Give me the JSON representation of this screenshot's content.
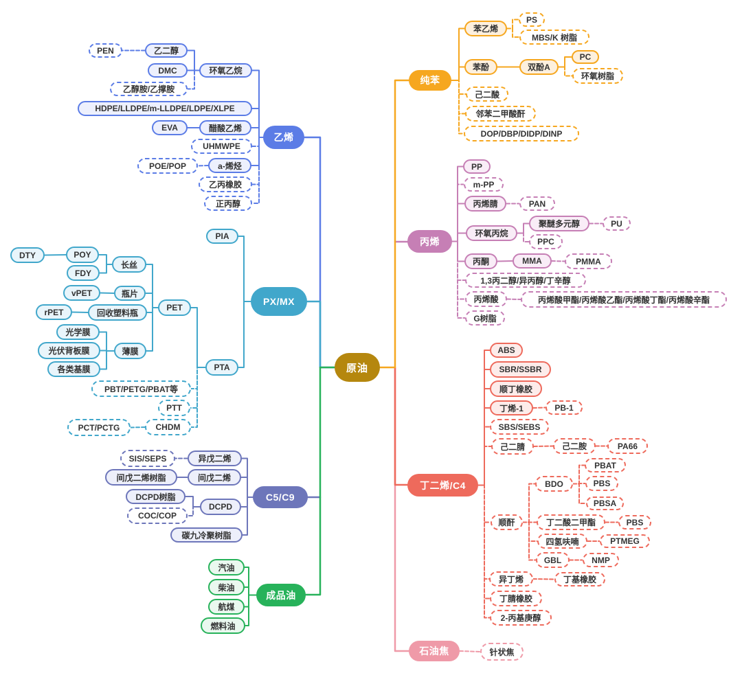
{
  "root": {
    "id": "crude-oil",
    "label": "原油",
    "color": "#b5870e"
  },
  "branches": [
    {
      "id": "ethylene",
      "label": "乙烯",
      "accent": "#5b7ce6",
      "child_fill": "#edf0fd",
      "children": [
        {
          "id": "eo",
          "label": "环氧乙烷",
          "children": [
            {
              "id": "meg",
              "label": "乙二醇",
              "children": [
                {
                  "id": "pen",
                  "label": "PEN",
                  "dashed": true
                }
              ]
            },
            {
              "id": "dmc",
              "label": "DMC"
            },
            {
              "id": "ethanolamine",
              "label": "乙醇胺/乙撑胺",
              "dashed": true
            }
          ]
        },
        {
          "id": "pe",
          "label": "HDPE/LLDPE/m-LLDPE/LDPE/XLPE"
        },
        {
          "id": "va",
          "label": "醋酸乙烯",
          "children": [
            {
              "id": "eva",
              "label": "EVA"
            }
          ]
        },
        {
          "id": "uhmwpe",
          "label": "UHMWPE",
          "dashed": true
        },
        {
          "id": "aolefin",
          "label": "a-烯烃",
          "children": [
            {
              "id": "poe",
              "label": "POE/POP",
              "dashed": true
            }
          ]
        },
        {
          "id": "epr",
          "label": "乙丙橡胶",
          "dashed": true
        },
        {
          "id": "npropanol",
          "label": "正丙醇",
          "dashed": true
        }
      ]
    },
    {
      "id": "pxmx",
      "label": "PX/MX",
      "accent": "#41a7cb",
      "child_fill": "#e9f5fb",
      "children": [
        {
          "id": "pia",
          "label": "PIA"
        },
        {
          "id": "pta",
          "label": "PTA",
          "children": [
            {
              "id": "pet",
              "label": "PET",
              "children": [
                {
                  "id": "filament",
                  "label": "长丝",
                  "children": [
                    {
                      "id": "poy",
                      "label": "POY",
                      "children": [
                        {
                          "id": "dty",
                          "label": "DTY"
                        }
                      ]
                    },
                    {
                      "id": "fdy",
                      "label": "FDY"
                    }
                  ]
                },
                {
                  "id": "bottle",
                  "label": "瓶片",
                  "children": [
                    {
                      "id": "vpet",
                      "label": "vPET"
                    }
                  ]
                },
                {
                  "id": "recycle",
                  "label": "回收塑料瓶",
                  "children": [
                    {
                      "id": "rpet",
                      "label": "rPET"
                    }
                  ]
                },
                {
                  "id": "film",
                  "label": "薄膜",
                  "children": [
                    {
                      "id": "optical",
                      "label": "光学膜"
                    },
                    {
                      "id": "pvback",
                      "label": "光伏背板膜"
                    },
                    {
                      "id": "basefilm",
                      "label": "各类基膜"
                    }
                  ]
                }
              ]
            },
            {
              "id": "pbt",
              "label": "PBT/PETG/PBAT等",
              "dashed": true
            },
            {
              "id": "ptt",
              "label": "PTT",
              "dashed": true
            },
            {
              "id": "chdm",
              "label": "CHDM",
              "dashed": true,
              "children": [
                {
                  "id": "pct",
                  "label": "PCT/PCTG",
                  "dashed": true
                }
              ]
            }
          ]
        }
      ]
    },
    {
      "id": "c5c9",
      "label": "C5/C9",
      "accent": "#6d76ba",
      "child_fill": "#edeffa",
      "children": [
        {
          "id": "isoprene",
          "label": "异戊二烯",
          "children": [
            {
              "id": "sis",
              "label": "SIS/SEPS",
              "dashed": true
            }
          ]
        },
        {
          "id": "piperylene",
          "label": "间戊二烯",
          "children": [
            {
              "id": "pipresin",
              "label": "间戊二烯树脂"
            }
          ]
        },
        {
          "id": "dcpd",
          "label": "DCPD",
          "children": [
            {
              "id": "dcpdresin",
              "label": "DCPD树脂"
            },
            {
              "id": "coc",
              "label": "COC/COP",
              "dashed": true
            }
          ]
        },
        {
          "id": "c9resin",
          "label": "碳九冷聚树脂"
        }
      ]
    },
    {
      "id": "refined",
      "label": "成品油",
      "accent": "#27b25a",
      "child_fill": "#eaf8ef",
      "children": [
        {
          "id": "gasoline",
          "label": "汽油"
        },
        {
          "id": "diesel",
          "label": "柴油"
        },
        {
          "id": "jet",
          "label": "航煤"
        },
        {
          "id": "fueloil",
          "label": "燃料油"
        }
      ]
    },
    {
      "id": "benzene",
      "label": "纯苯",
      "accent": "#f6a71f",
      "child_fill": "#fdf0de",
      "children": [
        {
          "id": "styrene",
          "label": "苯乙烯",
          "children": [
            {
              "id": "ps",
              "label": "PS",
              "dashed": true
            },
            {
              "id": "mbs",
              "label": "MBS/K 树脂",
              "dashed": true
            }
          ]
        },
        {
          "id": "phenol",
          "label": "苯酚",
          "children": [
            {
              "id": "bpa",
              "label": "双酚A",
              "children": [
                {
                  "id": "pc",
                  "label": "PC"
                },
                {
                  "id": "epoxyresin",
                  "label": "环氧树脂",
                  "dashed": true
                }
              ]
            }
          ]
        },
        {
          "id": "adipic",
          "label": "己二酸",
          "dashed": true
        },
        {
          "id": "phthalic",
          "label": "邻苯二甲酸酐",
          "dashed": true
        },
        {
          "id": "dop",
          "label": "DOP/DBP/DIDP/DINP",
          "dashed": true
        }
      ]
    },
    {
      "id": "propylene",
      "label": "丙烯",
      "accent": "#c67fb5",
      "child_fill": "#f9edf7",
      "children": [
        {
          "id": "pp",
          "label": "PP"
        },
        {
          "id": "mpp",
          "label": "m-PP",
          "dashed": true
        },
        {
          "id": "an",
          "label": "丙烯腈",
          "children": [
            {
              "id": "pan",
              "label": "PAN",
              "dashed": true
            }
          ]
        },
        {
          "id": "po",
          "label": "环氧丙烷",
          "children": [
            {
              "id": "polyether",
              "label": "聚醚多元醇",
              "children": [
                {
                  "id": "pu",
                  "label": "PU",
                  "dashed": true
                }
              ]
            },
            {
              "id": "ppc",
              "label": "PPC",
              "dashed": true
            }
          ]
        },
        {
          "id": "acetone",
          "label": "丙酮",
          "children": [
            {
              "id": "mma",
              "label": "MMA",
              "children": [
                {
                  "id": "pmma",
                  "label": "PMMA",
                  "dashed": true
                }
              ]
            }
          ]
        },
        {
          "id": "pdo",
          "label": "1,3丙二醇/异丙醇/丁辛醇",
          "dashed": true
        },
        {
          "id": "aa",
          "label": "丙烯酸",
          "dashed": true,
          "children": [
            {
              "id": "esters",
              "label": "丙烯酸甲酯/丙烯酸乙酯/丙烯酸丁酯/丙烯酸辛酯",
              "dashed": true
            }
          ]
        },
        {
          "id": "gresin",
          "label": "G树脂",
          "dashed": true
        }
      ]
    },
    {
      "id": "butadiene",
      "label": "丁二烯/C4",
      "accent": "#ee6a5c",
      "child_fill": "#fdecea",
      "children": [
        {
          "id": "abs",
          "label": "ABS"
        },
        {
          "id": "sbr",
          "label": "SBR/SSBR"
        },
        {
          "id": "br",
          "label": "顺丁橡胶"
        },
        {
          "id": "butene1",
          "label": "丁烯-1",
          "children": [
            {
              "id": "pb1",
              "label": "PB-1",
              "dashed": true
            }
          ]
        },
        {
          "id": "sbs",
          "label": "SBS/SEBS",
          "dashed": true
        },
        {
          "id": "adn",
          "label": "己二腈",
          "dashed": true,
          "children": [
            {
              "id": "hmda",
              "label": "己二胺",
              "dashed": true,
              "children": [
                {
                  "id": "pa66",
                  "label": "PA66",
                  "dashed": true
                }
              ]
            }
          ]
        },
        {
          "id": "ma",
          "label": "顺酐",
          "dashed": true,
          "children": [
            {
              "id": "bdo",
              "label": "BDO",
              "dashed": true,
              "children": [
                {
                  "id": "pbat",
                  "label": "PBAT",
                  "dashed": true
                },
                {
                  "id": "pbs",
                  "label": "PBS",
                  "dashed": true
                },
                {
                  "id": "pbsa",
                  "label": "PBSA",
                  "dashed": true
                }
              ]
            },
            {
              "id": "dms",
              "label": "丁二酸二甲酯",
              "dashed": true,
              "children": [
                {
                  "id": "pbs2",
                  "label": "PBS",
                  "dashed": true
                }
              ]
            },
            {
              "id": "thf",
              "label": "四氢呋喃",
              "dashed": true,
              "children": [
                {
                  "id": "ptmeg",
                  "label": "PTMEG",
                  "dashed": true
                }
              ]
            },
            {
              "id": "gbl",
              "label": "GBL",
              "dashed": true,
              "children": [
                {
                  "id": "nmp",
                  "label": "NMP",
                  "dashed": true
                }
              ]
            }
          ]
        },
        {
          "id": "isobutylene",
          "label": "异丁烯",
          "dashed": true,
          "children": [
            {
              "id": "butyl",
              "label": "丁基橡胶",
              "dashed": true
            }
          ]
        },
        {
          "id": "nbr",
          "label": "丁腈橡胶",
          "dashed": true
        },
        {
          "id": "ph2",
          "label": "2-丙基庚醇",
          "dashed": true
        }
      ]
    },
    {
      "id": "petcoke",
      "label": "石油焦",
      "accent": "#ef9aa8",
      "child_fill": "#fdeff1",
      "children": [
        {
          "id": "needle",
          "label": "针状焦",
          "dashed": true
        }
      ]
    }
  ]
}
